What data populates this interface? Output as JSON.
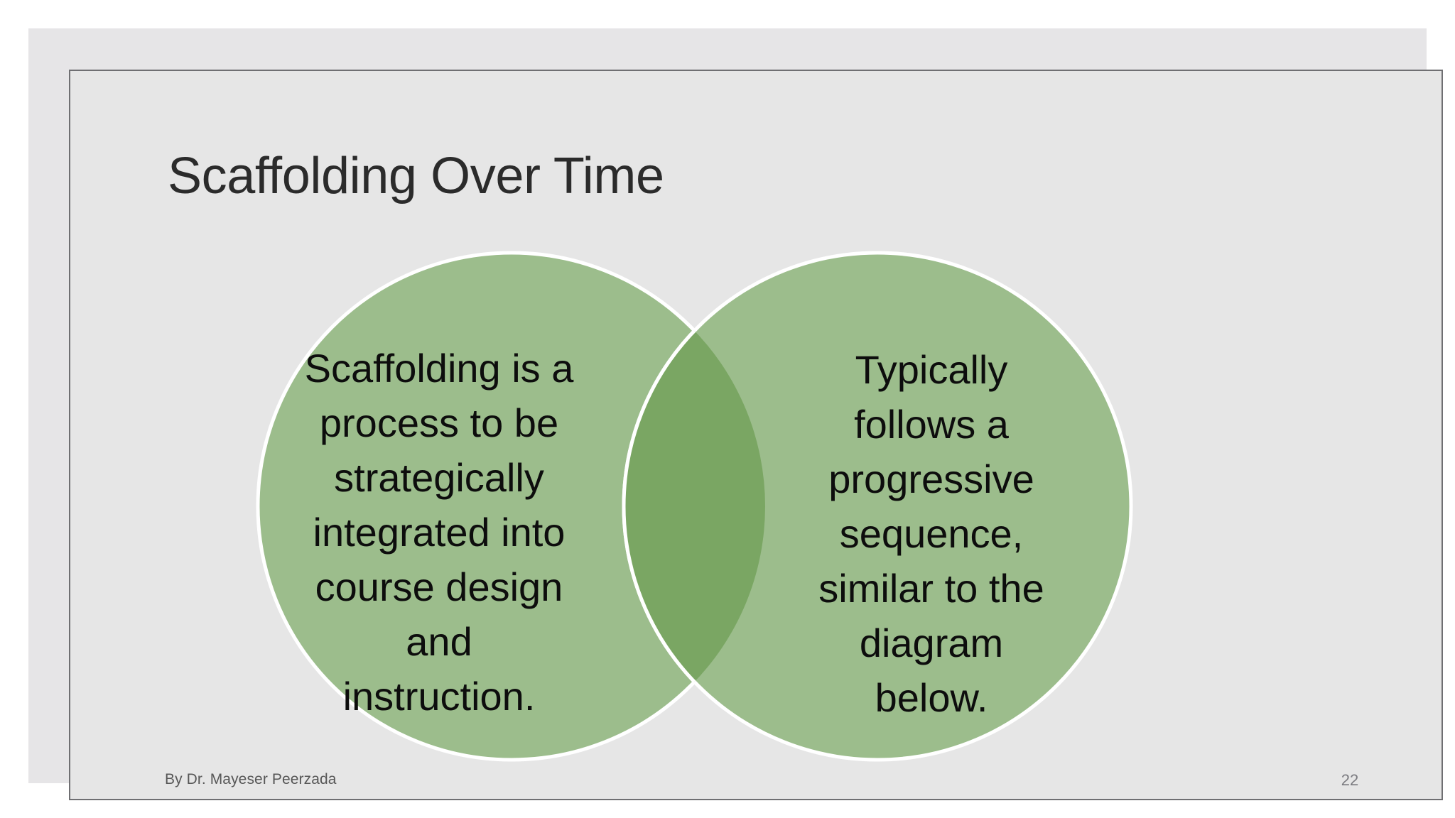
{
  "slide": {
    "title": "Scaffolding Over Time",
    "footer_author": "By Dr. Mayeser Peerzada",
    "page_number": "22",
    "background_color": "#e6e6e6",
    "page_background_color": "#ffffff",
    "frame_border_color": "#6f6f72",
    "title_color": "#2b2b2b"
  },
  "venn": {
    "circle_fill": "#9cbd8c",
    "circle_stroke": "#ffffff",
    "overlap_fill": "#7aa663",
    "text_color": "#0d0d0d",
    "left": {
      "label": "Scaffolding is a process to be strategically integrated into course design and instruction.",
      "lines": "Scaffolding is a\nprocess to be\nstrategically\nintegrated into\ncourse design\nand\ninstruction."
    },
    "right": {
      "label": "Typically follows a progressive sequence, similar to the diagram below.",
      "lines": "Typically\nfollows a\nprogressive\nsequence,\nsimilar to the\ndiagram\nbelow."
    }
  }
}
